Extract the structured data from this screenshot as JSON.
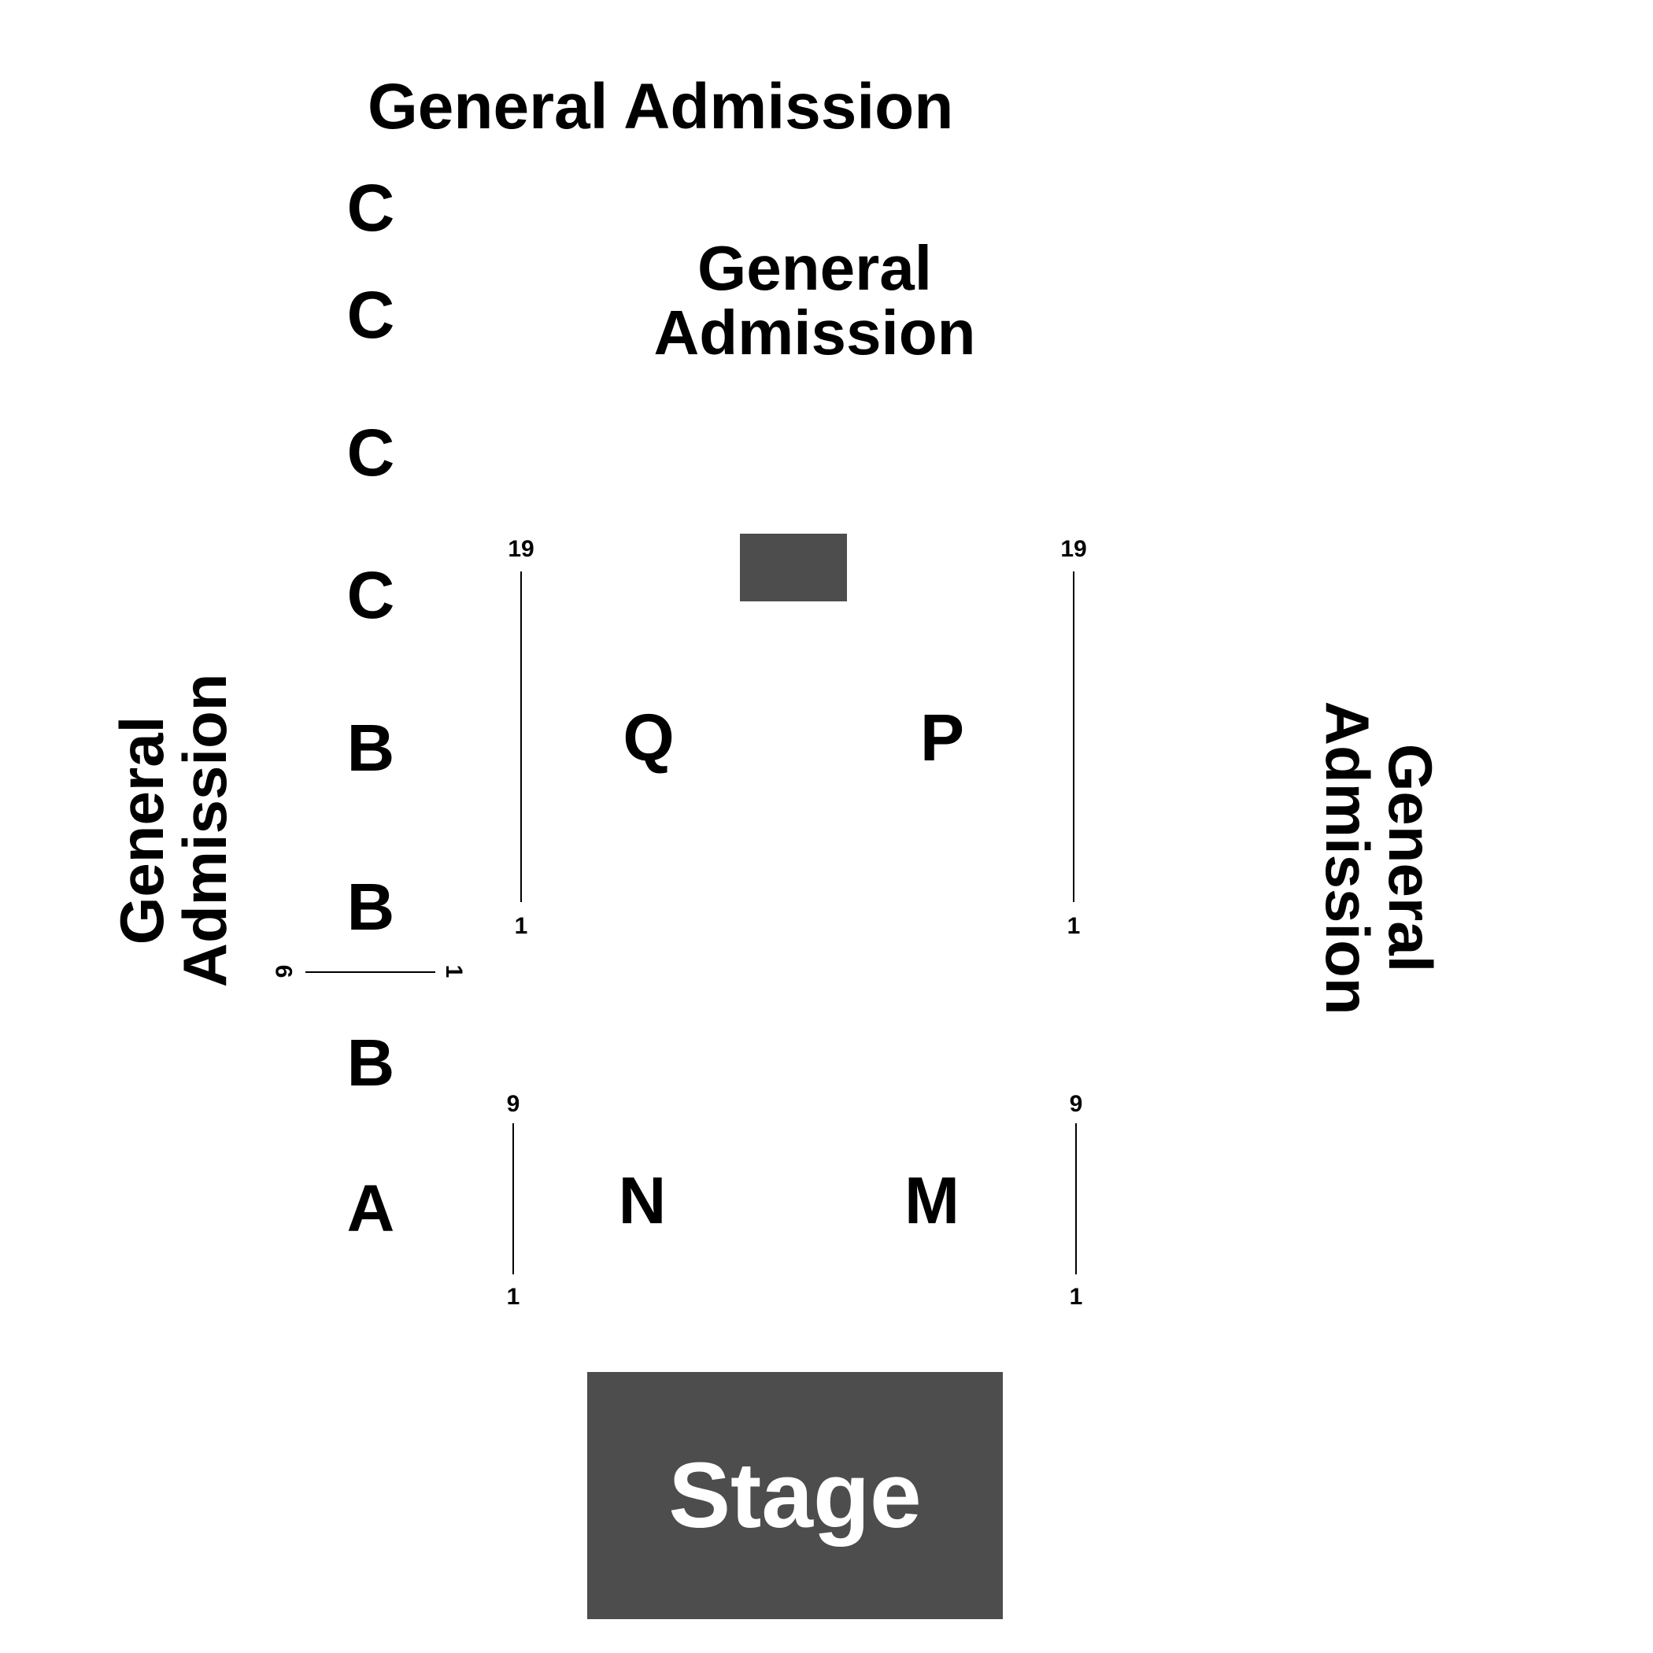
{
  "labels": {
    "ga_top": "General Admission",
    "ga_center": [
      "General",
      "Admission"
    ],
    "ga_left": [
      "General",
      "Admission"
    ],
    "ga_right": [
      "General",
      "Admission"
    ]
  },
  "rows": [
    "C",
    "C",
    "C",
    "C",
    "B",
    "B",
    "B",
    "A"
  ],
  "sections": {
    "q": "Q",
    "p": "P",
    "n": "N",
    "m": "M"
  },
  "seat_numbers": {
    "q_top": "19",
    "q_bottom": "1",
    "p_top": "19",
    "p_bottom": "1",
    "n_top": "9",
    "n_bottom": "1",
    "m_top": "9",
    "m_bottom": "1",
    "left_start": "9",
    "left_end": "1"
  },
  "stage": "Stage",
  "colors": {
    "block": "#4d4d4d",
    "stage_text": "#ffffff",
    "text": "#000000"
  }
}
